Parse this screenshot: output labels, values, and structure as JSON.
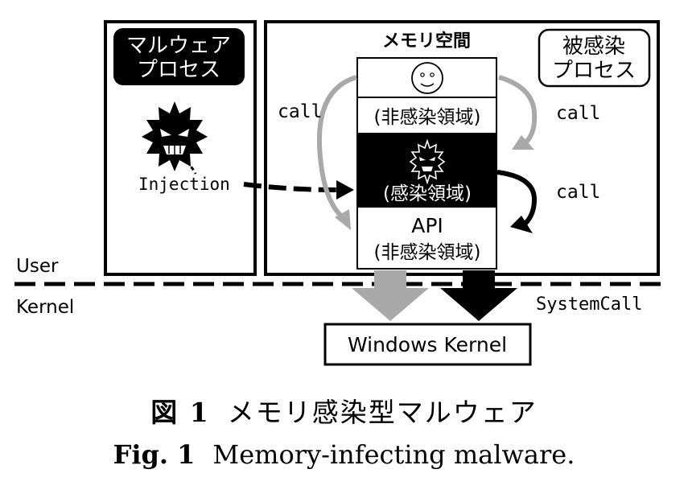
{
  "diagram": {
    "malware_process_label": [
      "マルウェア",
      "プロセス"
    ],
    "memory_space_label": "メモリ空間",
    "infected_process_label": [
      "被感染",
      "プロセス"
    ],
    "call_label_left": "call",
    "call_label_right_top": "call",
    "call_label_right_bottom": "call",
    "uninfected_region_label": "(非感染領域)",
    "infected_region_label": "(感染領域)",
    "api_label": "API",
    "api_region_label": "(非感染領域)",
    "injection_label": "Injection",
    "user_label": "User",
    "kernel_label": "Kernel",
    "systemcall_label": "SystemCall",
    "windows_kernel_label": "Windows Kernel"
  },
  "caption": {
    "ja_label": "図 1",
    "ja_text": "メモリ感染型マルウェア",
    "en_label": "Fig. 1",
    "en_text": "Memory-infecting malware."
  }
}
